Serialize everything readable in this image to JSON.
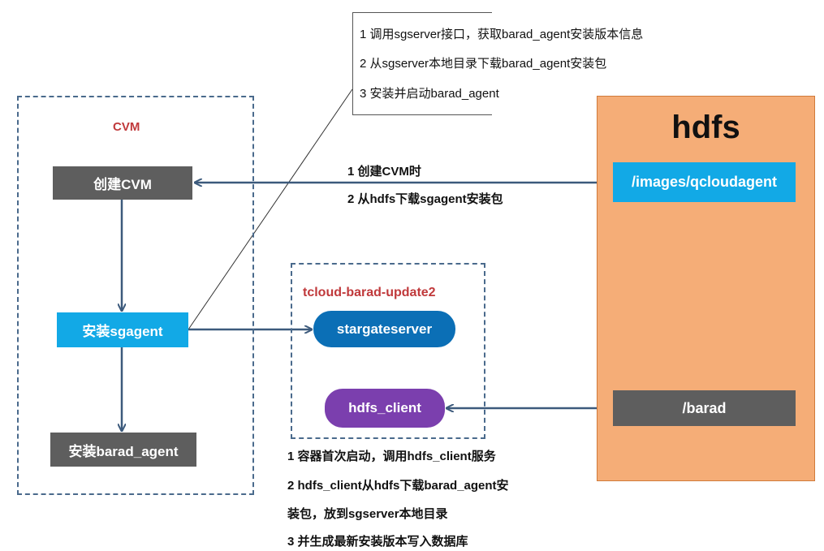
{
  "callout": {
    "lines": [
      "1 调用sgserver接口，获取barad_agent安装版本信息",
      "2 从sgserver本地目录下载barad_agent安装包",
      "3 安装并启动barad_agent"
    ]
  },
  "cvm": {
    "title": "CVM",
    "create_label": "创建CVM",
    "install_sgagent_label": "安装sgagent",
    "install_barad_label": "安装barad_agent"
  },
  "hdfs": {
    "title": "hdfs",
    "images_path": "/images/qcloudagent",
    "barad_path": "/barad"
  },
  "tcloud": {
    "title": "tcloud-barad-update2",
    "stargate_label": "stargateserver",
    "hdfs_client_label": "hdfs_client"
  },
  "top_notes": {
    "line1": "1 创建CVM时",
    "line2": "2 从hdfs下载sgagent安装包"
  },
  "bottom_notes": {
    "line1": "1 容器首次启动，调用hdfs_client服务",
    "line2": "2 hdfs_client从hdfs下载barad_agent安",
    "line3": "装包，放到sgserver本地目录",
    "line4": "3 并生成最新安装版本写入数据库"
  },
  "colors": {
    "dashed_border": "#4a6a8c",
    "arrow": "#3c5a7c",
    "hdfs_bg": "#f5ad77",
    "hdfs_border": "#d07a3a",
    "node_grey": "#5e5e5e",
    "node_blue": "#12a9e6",
    "stargate_blue": "#0b6fb6",
    "hdfs_client_purple": "#7b3fae",
    "title_red": "#c0393b"
  }
}
